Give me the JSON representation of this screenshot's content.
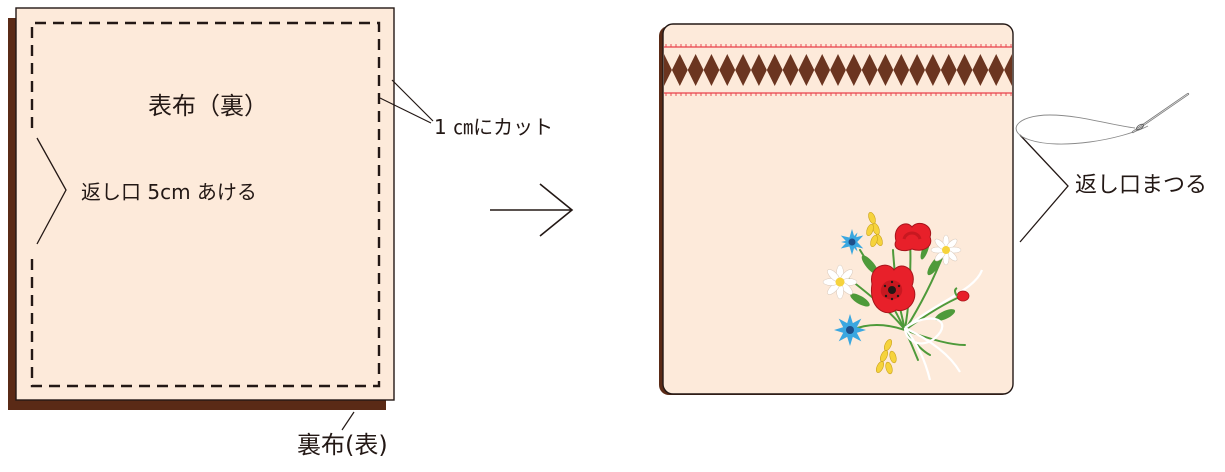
{
  "left_panel": {
    "outer_fabric_label": "表布（裏）",
    "opening_label": "返し口 5cm あける",
    "cut_label": "1 ㎝にカット",
    "backing_label": "裏布(表)"
  },
  "right_panel": {
    "slipstitch_label": "返し口まつる"
  },
  "colors": {
    "fabric": "#fdeada",
    "backing": "#5a2a16",
    "stitch_line": "#231815",
    "trim_brown": "#6b3520",
    "trim_red": "#e8424a",
    "poppy_red": "#e8202a",
    "cornflower_blue": "#3aa7e0",
    "wheat_yellow": "#f6d33c",
    "leaf_green": "#4e9a3a"
  },
  "icons": [
    "arrow-right-icon",
    "needle-thread-icon",
    "flower-bouquet-icon"
  ]
}
